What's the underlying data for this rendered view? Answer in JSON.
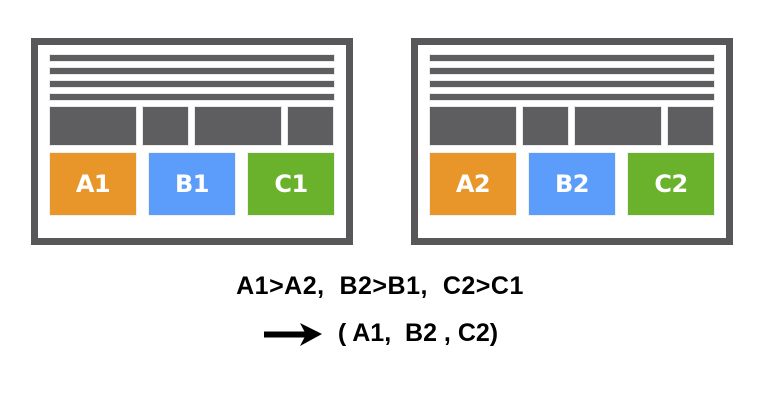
{
  "background_color": "#ffffff",
  "colors": {
    "panel_border": "#58585a",
    "placeholder_gray": "#5e5e60",
    "orange": "#e8962a",
    "blue": "#5c9cfb",
    "green": "#6bb22c",
    "text": "#000000",
    "block_label": "#ffffff"
  },
  "panels": [
    {
      "id": "panel-left",
      "name": "layout-variant-1",
      "text_lines": 4,
      "gray_boxes": [
        "wide",
        "narrow",
        "wide",
        "narrow"
      ],
      "color_blocks": [
        {
          "label": "A1",
          "color_name": "orange",
          "color": "#e8962a"
        },
        {
          "label": "B1",
          "color_name": "blue",
          "color": "#5c9cfb"
        },
        {
          "label": "C1",
          "color_name": "green",
          "color": "#6bb22c"
        }
      ]
    },
    {
      "id": "panel-right",
      "name": "layout-variant-2",
      "text_lines": 4,
      "gray_boxes": [
        "wide",
        "narrow",
        "wide",
        "narrow"
      ],
      "color_blocks": [
        {
          "label": "A2",
          "color_name": "orange",
          "color": "#e8962a"
        },
        {
          "label": "B2",
          "color_name": "blue",
          "color": "#5c9cfb"
        },
        {
          "label": "C2",
          "color_name": "green",
          "color": "#6bb22c"
        }
      ]
    }
  ],
  "caption": {
    "comparison": "A1>A2,  B2>B1,  C2>C1",
    "arrow_icon": "long-right-arrow-icon",
    "result": "( A1,  B2 , C2)"
  }
}
